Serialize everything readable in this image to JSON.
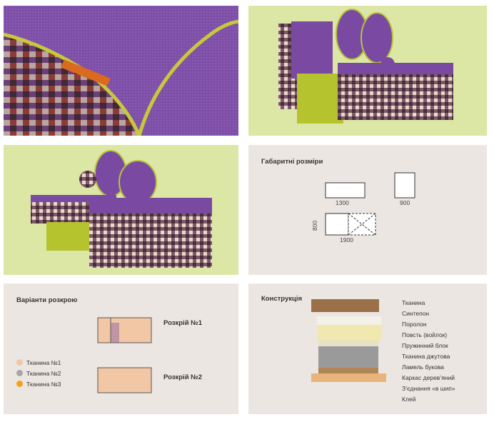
{
  "dimensions": {
    "title": "Габаритні розміри",
    "width_1": "1300",
    "width_2": "900",
    "height": "800",
    "length": "1900"
  },
  "cutting": {
    "title": "Варіанти розкрою",
    "option_1": "Розкрій №1",
    "option_2": "Розкрій №2",
    "fabrics": [
      {
        "label": "Тканина №1",
        "color": "#f2c7a6"
      },
      {
        "label": "Тканина №2",
        "color": "#a5a5a5"
      },
      {
        "label": "Тканина №3",
        "color": "#f5a11a"
      }
    ]
  },
  "construction": {
    "title": "Конструкція",
    "layers": [
      "Тканина",
      "Синтепон",
      "Поролон",
      "Повсть (войлок)",
      "Пружинний блок",
      "Тканина джутова",
      "Ламель букова",
      "Каркас дерев’яний",
      "З’єднання «в шип»",
      "Клей"
    ]
  },
  "colors": {
    "purple": "#7a4aa3",
    "lime": "#b8c43a",
    "green_bg": "#dce7a5",
    "beige_bg": "#ece6e2"
  }
}
